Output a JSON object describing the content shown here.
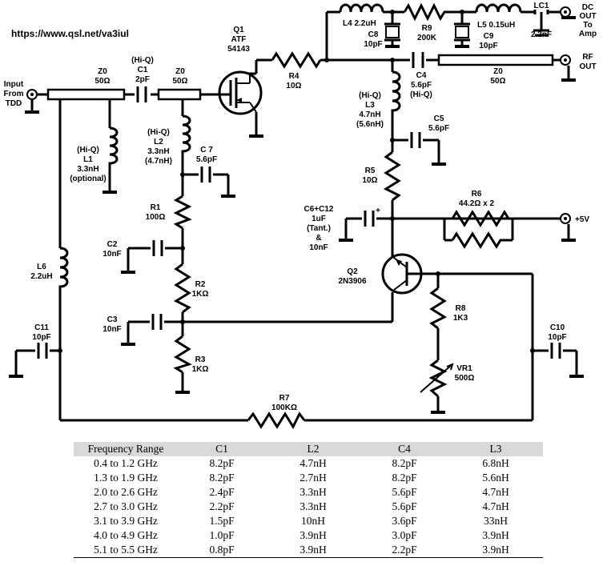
{
  "url": "https://www.qsl.net/va3iul",
  "labels": {
    "input": [
      "Input",
      "From",
      "TDD"
    ],
    "z0_in": [
      "Z0",
      "50Ω"
    ],
    "c1": [
      "(Hi-Q)",
      "C1",
      "2pF"
    ],
    "z0_mid": [
      "Z0",
      "50Ω"
    ],
    "q1": [
      "Q1",
      "ATF",
      "54143"
    ],
    "r4": [
      "R4",
      "10Ω"
    ],
    "l4": "L4 2.2uH",
    "c8": [
      "C8",
      "10pF"
    ],
    "r9": [
      "R9",
      "200K"
    ],
    "l5": "L5 0.15uH",
    "c9": [
      "C9",
      "10pF"
    ],
    "lc1": [
      "LC1",
      "2.2nF"
    ],
    "dc_out": [
      "DC",
      "OUT",
      "To",
      "Amp"
    ],
    "rf_out": [
      "RF",
      "OUT"
    ],
    "c4": [
      "C4",
      "5.6pF",
      "(Hi-Q)"
    ],
    "z0_out": [
      "Z0",
      "50Ω"
    ],
    "l3": [
      "(Hi-Q)",
      "L3",
      "4.7nH",
      "(5.6nH)"
    ],
    "c5": [
      "C5",
      "5.6pF"
    ],
    "l2": [
      "(Hi-Q)",
      "L2",
      "3.3nH",
      "(4.7nH)"
    ],
    "c7": [
      "C 7",
      "5.6pF"
    ],
    "l1": [
      "(Hi-Q)",
      "L1",
      "3.3nH",
      "(optional)"
    ],
    "r5": [
      "R5",
      "10Ω"
    ],
    "r6": "R6",
    "r6_val": "44.2Ω x 2",
    "c6": [
      "C6+C12",
      "1uF",
      "(Tant.)",
      "&",
      "10nF"
    ],
    "plus": "+",
    "v5": "+5V",
    "r1": [
      "R1",
      "100Ω"
    ],
    "c2": [
      "C2",
      "10nF"
    ],
    "r2": [
      "R2",
      "1KΩ"
    ],
    "q2": [
      "Q2",
      "2N3906"
    ],
    "l6": [
      "L6",
      "2.2uH"
    ],
    "c3": [
      "C3",
      "10nF"
    ],
    "r8": [
      "R8",
      "1K3"
    ],
    "c11": [
      "C11",
      "10pF"
    ],
    "c10": [
      "C10",
      "10pF"
    ],
    "vr1": [
      "VR1",
      "500Ω"
    ],
    "r3": [
      "R3",
      "1KΩ"
    ],
    "r7": [
      "R7",
      "100KΩ"
    ]
  },
  "table": {
    "headers": [
      "Frequency Range",
      "C1",
      "L2",
      "C4",
      "L3"
    ],
    "rows": [
      [
        "0.4 to 1.2 GHz",
        "8.2pF",
        "4.7nH",
        "8.2pF",
        "6.8nH"
      ],
      [
        "1.3 to 1.9 GHz",
        "8.2pF",
        "2.7nH",
        "8.2pF",
        "5.6nH"
      ],
      [
        "2.0 to 2.6 GHz",
        "2.4pF",
        "3.3nH",
        "5.6pF",
        "4.7nH"
      ],
      [
        "2.7 to 3.0 GHz",
        "2.2pF",
        "3.3nH",
        "5.6pF",
        "4.7nH"
      ],
      [
        "3.1 to 3.9 GHz",
        "1.5pF",
        "10nH",
        "3.6pF",
        "33nH"
      ],
      [
        "4.0 to 4.9 GHz",
        "1.0pF",
        "3.9nH",
        "3.0pF",
        "3.9nH"
      ],
      [
        "5.1 to 5.5 GHz",
        "0.8pF",
        "3.9nH",
        "2.2pF",
        "3.9nH"
      ]
    ]
  }
}
